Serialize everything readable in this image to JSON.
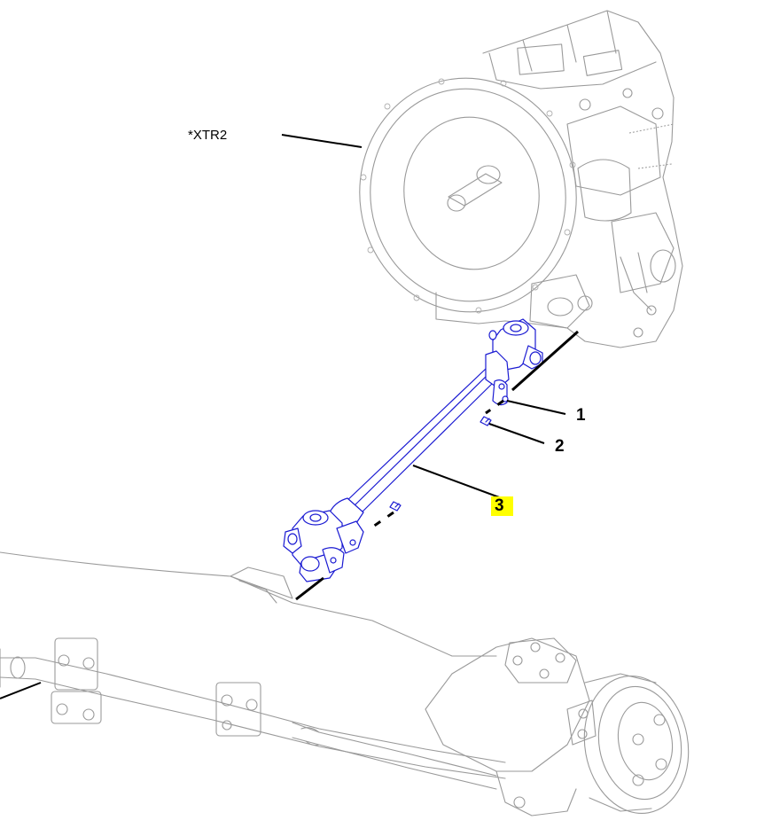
{
  "callouts": {
    "reference": "*XTR2",
    "item1": "1",
    "item2": "2",
    "item3": "3"
  },
  "highlight": {
    "item": "3",
    "color": "#ffff00"
  },
  "colors": {
    "part_lines": "#1a1ad2",
    "context_lines": "#9a9a9a",
    "leaders": "#000000"
  },
  "icons": [
    "transmission-housing",
    "drive-shaft",
    "universal-joint",
    "axle-housing",
    "wheel-hub"
  ]
}
